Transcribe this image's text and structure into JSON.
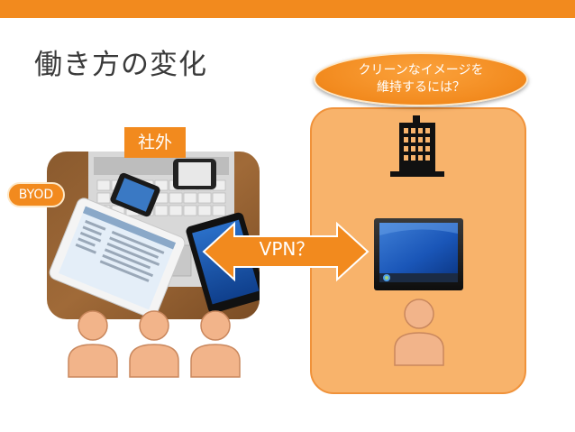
{
  "slide": {
    "title": "働き方の変化"
  },
  "labels": {
    "outside": "社外",
    "byod": "BYOD",
    "vpn": "VPN？",
    "question_line1": "クリーンなイメージを",
    "question_line2": "維持するには？"
  },
  "colors": {
    "accent": "#f28a1e",
    "office_fill": "#f8b36b",
    "person": "#f2b48a"
  },
  "icons": [
    "person-icon",
    "office-building-icon",
    "monitor-icon",
    "tablet-icon",
    "smartphone-icon",
    "laptop-icon"
  ]
}
